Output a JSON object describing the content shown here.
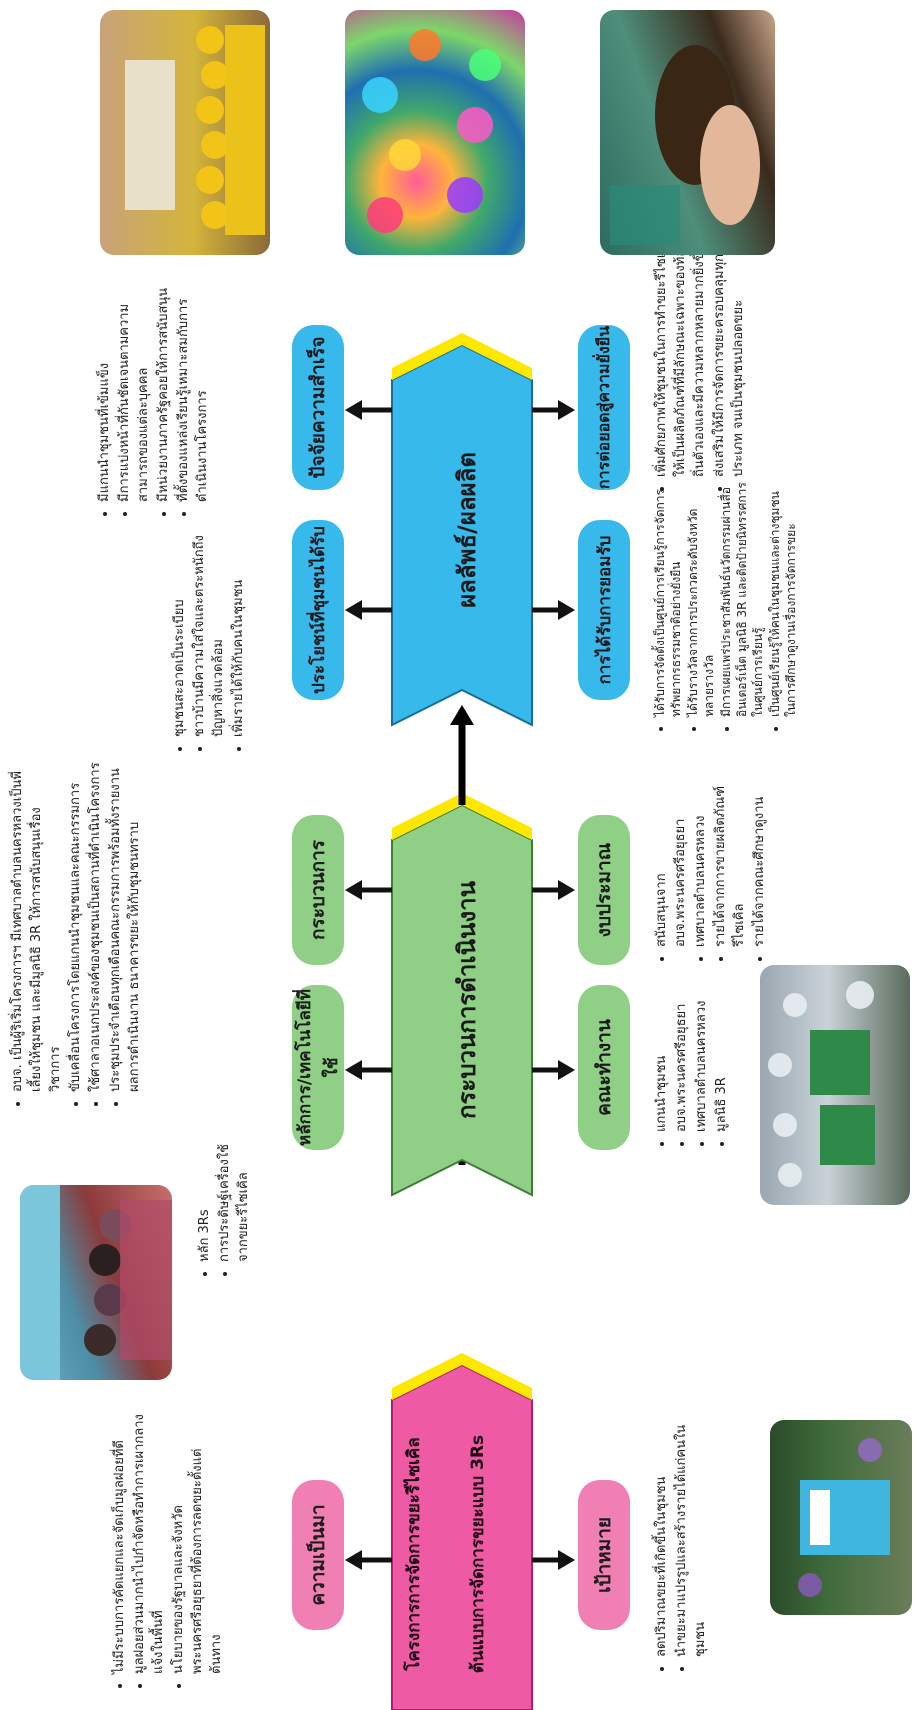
{
  "banner": {
    "title_line1": "โครงการการจัดการขยะรีไซเคิล",
    "title_line2": "ต้นแบบการจัดการขยะแบบ 3Rs"
  },
  "process_band": {
    "label": "กระบวนการดำเนินงาน"
  },
  "result_band": {
    "label": "ผลลัพธ์/ผลผลิต"
  },
  "boxes": {
    "problem": "ความเป็นมา",
    "goal": "เป้าหมาย",
    "principle": "หลักการ/เทคโนโลยีที่ใช้",
    "working_group": "คณะทำงาน",
    "process": "กระบวนการ",
    "budget": "งบประมาณ",
    "benefit": "ประโยชน์ที่ชุมชนได้รับ",
    "recognition": "การได้รับการยอมรับ",
    "success": "ปัจจัยความสำเร็จ",
    "sustain": "การต่อยอดสู่ความยั่งยืน"
  },
  "lists": {
    "problem": [
      "ไม่มีระบบการคัดแยกและจัดเก็บมูลฝอยที่ดี",
      "มูลฝอยส่วนมากนำไปกำจัดหรือทำการเผากลางแจ้งในพื้นที่",
      "นโยบายของรัฐบาลและจังหวัดพระนครศรีอยุธยาที่ต้องการลดขยะตั้งแต่ต้นทาง"
    ],
    "goal": [
      "ลดปริมาณขยะที่เกิดขึ้นในชุมชน",
      "นำขยะมาแปรรูปและสร้างรายได้แก่คนในชุมชน"
    ],
    "principle": [
      "หลัก 3Rs",
      "การประดิษฐ์เครื่องใช้จากขยะรีไซเคิล"
    ],
    "working_group": [
      "แกนนำชุมชน",
      "อบจ.พระนครศรีอยุธยา",
      "เทศบาลตำบลนครหลวง",
      "มูลนิธิ 3R"
    ],
    "process": [
      "อบจ. เป็นผู้ริเริ่มโครงการฯ มีเทศบาลตำบลนครหลวงเป็นพี่เลี้ยงให้ชุมชน และมีมูลนิธิ 3R ให้การสนับสนุนเรื่องวิชาการ",
      "ขับเคลื่อนโครงการโดยแกนนำชุมชนและคณะกรรมการ",
      "ใช้ศาลาอเนกประสงค์ของชุมชนเป็นสถานที่ดำเนินโครงการ",
      "ประชุมประจำเดือนทุกเดือนคณะกรรมการพร้อมทั้งรายงานผลการดำเนินงาน ธนาคารขยะให้กับชุมชนทราบ"
    ],
    "budget": [
      "สนับสนุนจาก อบจ.พระนครศรีอยุธยา",
      "เทศบาลตำบลนครหลวง",
      "รายได้จากการขายผลิตภัณฑ์รีไซเคิล",
      "รายได้จากคณะศึกษาดูงาน"
    ],
    "benefit": [
      "ชุมชนสะอาดเป็นระเบียบ",
      "ชาวบ้านมีความใส่ใจและตระหนักถึงปัญหาสิ่งแวดล้อม",
      "เพิ่มรายได้ให้กับคนในชุมชน"
    ],
    "recognition": [
      "ได้รับการจัดตั้งเป็นศูนย์การเรียนรู้การจัดการทรัพยากรธรรมชาติอย่างยั่งยืน",
      "ได้รับรางวัลจากการประกวดระดับจังหวัดหลายรางวัล",
      "มีการเผยแพร่ประชาสัมพันธ์นวัตกรรมผ่านสื่ออินเตอร์เน็ต มูลนิธิ 3R และติดป้ายนิทรรศการในศูนย์การเรียนรู้",
      "เป็นศูนย์เรียนรู้ให้คนในชุมชนและต่างชุมชนในการศึกษาดูงานเรื่องการจัดการขยะ"
    ],
    "success": [
      "มีแกนนำชุมชนที่เข้มแข็ง",
      "มีการแบ่งหน้าที่กันชัดเจนตามความสามารถของแต่ละบุคคล",
      "มีหน่วยงานภาครัฐคอยให้การสนับสนุน",
      "ที่ตั้งของแหล่งเรียนรู้เหมาะสมกับการดำเนินงานโครงการ"
    ],
    "sustain": [
      "เพิ่มศักยภาพให้ชุมชนในการทำขยะรีไซเคิลให้เป็นผลิตภัณฑ์ที่มีลักษณะเฉพาะของท้องถิ่นตัวเองและมีความหลากหลายมากยิ่งขึ้น",
      "ส่งเสริมให้มีการจัดการขยะครอบคลุมทุกประเภท จนเป็นชุมชนปลอดขยะ"
    ]
  },
  "colors": {
    "pink": "#f07fb4",
    "green": "#8fcf86",
    "blue": "#38b9ec",
    "banner_pink": "#ef5aa5",
    "chevron_yellow": "#ffe800"
  }
}
